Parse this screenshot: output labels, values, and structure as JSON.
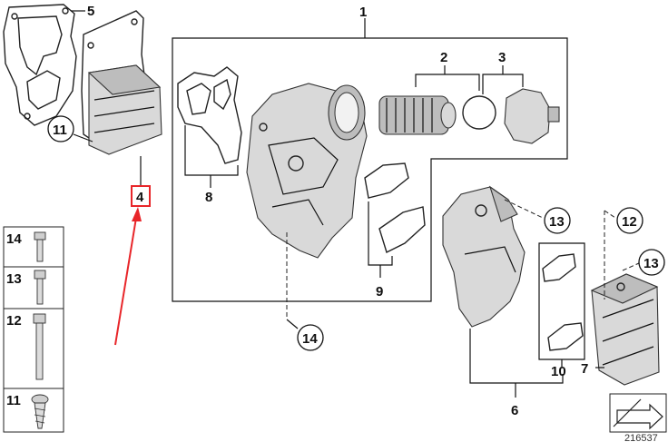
{
  "labels": {
    "l1": "1",
    "l2": "2",
    "l3": "3",
    "l4": "4",
    "l5": "5",
    "l6": "6",
    "l7": "7",
    "l8": "8",
    "l9": "9",
    "l10": "10",
    "l11": "11",
    "l12": "12",
    "l13": "13",
    "l14": "14"
  },
  "legend": {
    "rows": [
      "14",
      "13",
      "12",
      "11"
    ]
  },
  "reference_number": "216537",
  "colors": {
    "highlight_arrow": "#e8262a",
    "line": "#111111",
    "part_fill": "#d9d9d9"
  }
}
